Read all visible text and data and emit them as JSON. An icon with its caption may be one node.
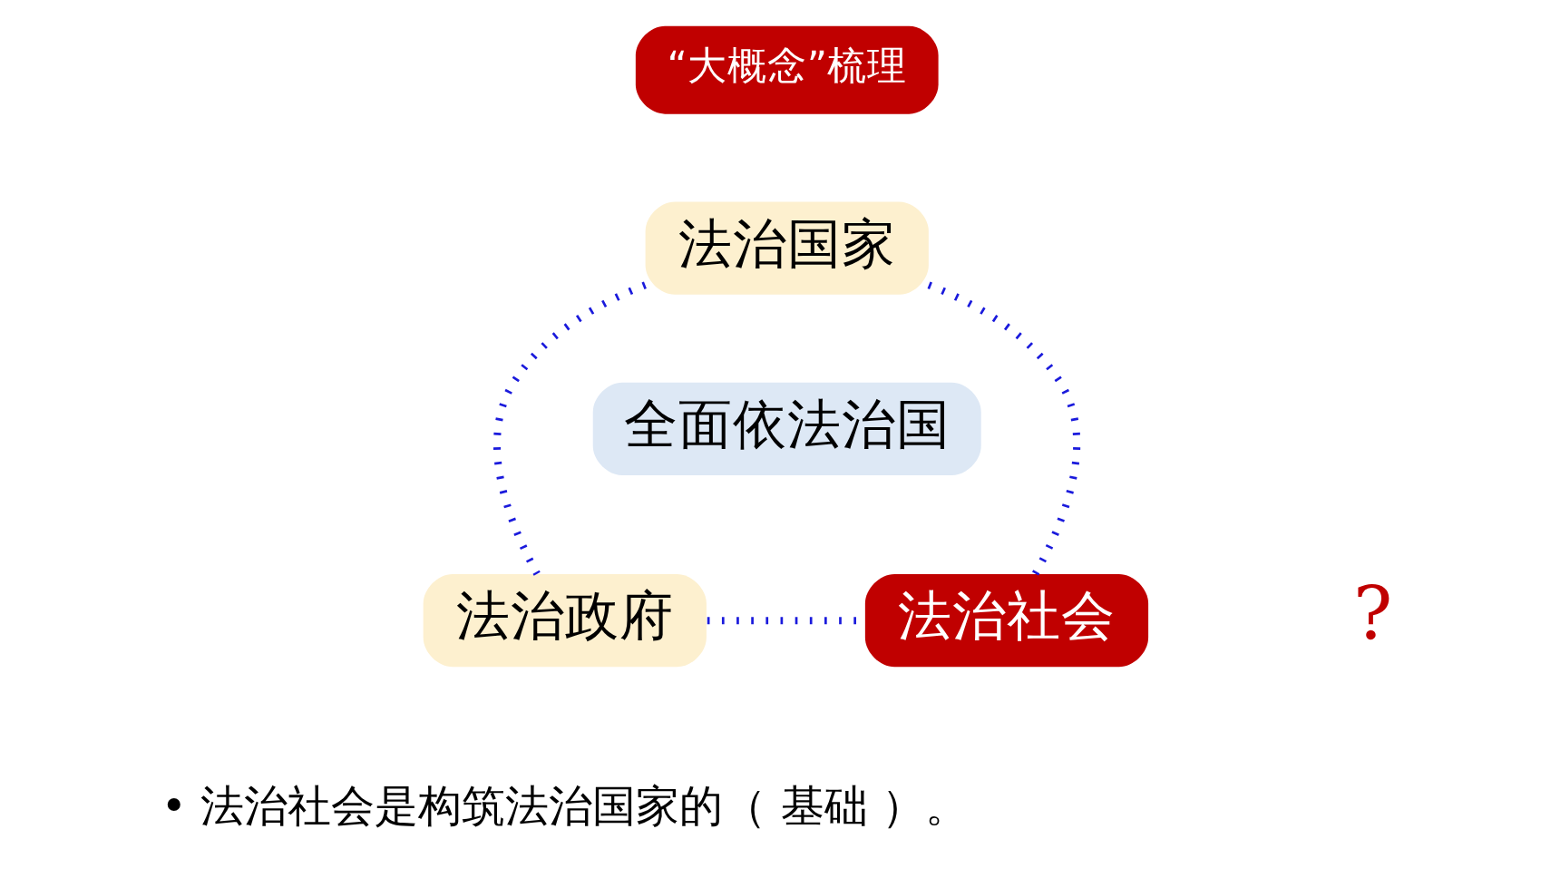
{
  "diagram": {
    "nodes": [
      {
        "text": [
          "“大概念”梳理"
        ]
      },
      {
        "text": [
          "法治国家"
        ]
      },
      {
        "text": [
          "全面依法治国"
        ]
      },
      {
        "text": [
          "法治政府"
        ]
      },
      {
        "text": [
          "法治社会"
        ]
      }
    ],
    "edges": [
      {
        "from": 1,
        "to": 3,
        "arrow": "none"
      },
      {
        "from": 1,
        "to": 4,
        "arrow": "none"
      },
      {
        "from": 3,
        "to": 4,
        "arrow": "none"
      }
    ],
    "labels": [
      "?",
      "• 法治社会是构筑法治国家的（ 基础 ）。"
    ]
  }
}
